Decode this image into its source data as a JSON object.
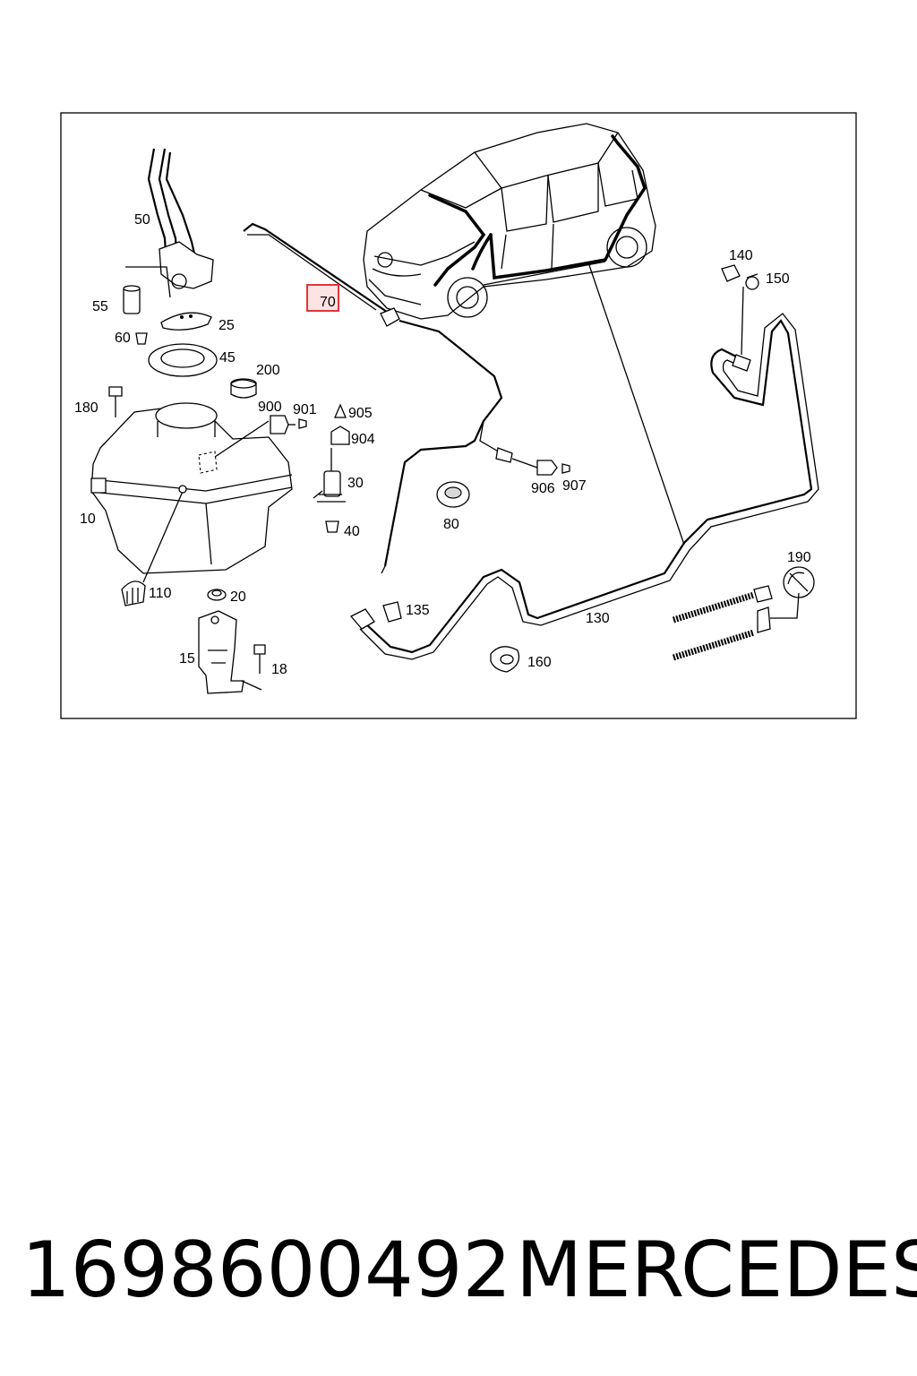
{
  "diagram": {
    "callouts": [
      {
        "id": "50",
        "text": "50"
      },
      {
        "id": "55",
        "text": "55"
      },
      {
        "id": "25",
        "text": "25"
      },
      {
        "id": "60",
        "text": "60"
      },
      {
        "id": "45",
        "text": "45"
      },
      {
        "id": "200",
        "text": "200"
      },
      {
        "id": "180",
        "text": "180"
      },
      {
        "id": "900",
        "text": "900"
      },
      {
        "id": "901",
        "text": "901"
      },
      {
        "id": "905",
        "text": "905"
      },
      {
        "id": "904",
        "text": "904"
      },
      {
        "id": "30",
        "text": "30"
      },
      {
        "id": "40",
        "text": "40"
      },
      {
        "id": "10",
        "text": "10"
      },
      {
        "id": "110",
        "text": "110"
      },
      {
        "id": "20",
        "text": "20"
      },
      {
        "id": "15",
        "text": "15"
      },
      {
        "id": "18",
        "text": "18"
      },
      {
        "id": "70",
        "text": "70",
        "highlighted": true
      },
      {
        "id": "80",
        "text": "80"
      },
      {
        "id": "906",
        "text": "906"
      },
      {
        "id": "907",
        "text": "907"
      },
      {
        "id": "140",
        "text": "140"
      },
      {
        "id": "150",
        "text": "150"
      },
      {
        "id": "135",
        "text": "135"
      },
      {
        "id": "130",
        "text": "130"
      },
      {
        "id": "160",
        "text": "160"
      },
      {
        "id": "190",
        "text": "190"
      }
    ],
    "highlight_color": "#e0343a",
    "highlight_fill": "#fde3e3"
  },
  "caption": {
    "part_number": "1698600492",
    "brand": "MERCEDES"
  }
}
